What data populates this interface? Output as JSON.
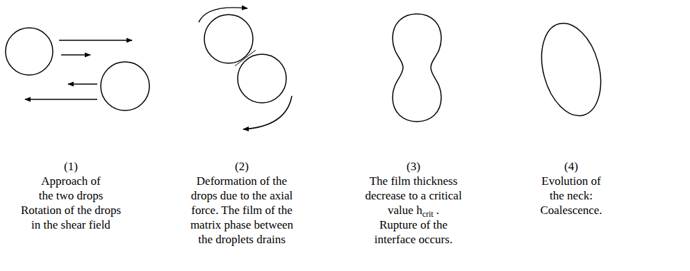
{
  "diagram": {
    "labels": [
      "(1)",
      "Approach of the two drops",
      "Rotation of the drops in the shear field",
      "(2)",
      "Deformation of the drops due to the axial force. The film of the matrix phase between the droplets drains",
      "(3)",
      "The film thickness decrease to a critical value h",
      "crit",
      ".",
      "Rupture of the interface occurs.",
      "(4)",
      "Evolution of the neck: Coalescence."
    ]
  }
}
